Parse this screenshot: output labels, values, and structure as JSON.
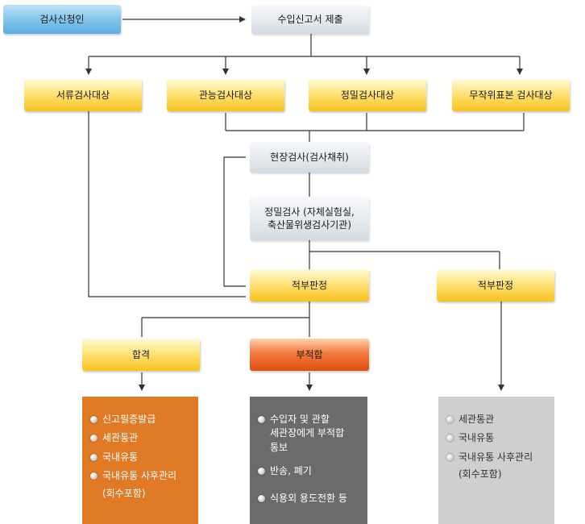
{
  "nodes": {
    "apply": "검사신청인",
    "submit": "수입신고서 제출",
    "doc_check": "서류검사대상",
    "sensory_check": "관능검사대상",
    "precision_check": "정밀검사대상",
    "random_check": "무작위표본 검사대상",
    "field_check": "현장검사(검사채취)",
    "precision_test": "정밀검사 (자체실험실,\n축산물위생검사기관)",
    "judge_left": "적부판정",
    "judge_right": "적부판정",
    "pass": "합격",
    "fail": "부적합"
  },
  "panels": {
    "pass": {
      "items": [
        "신고필증발급",
        "세관통관",
        "국내유통",
        "국내유통 사후관리"
      ],
      "note": "(회수포함)"
    },
    "fail": {
      "items": [
        "수입자 및 관할\n세관장에게 부적합\n통보",
        "반송, 폐기",
        "식용외 용도전환 등"
      ]
    },
    "right": {
      "items": [
        "세관통관",
        "국내유통",
        "국내유통 사후관리"
      ],
      "note": "(회수포함)"
    }
  },
  "colors": {
    "line": "#333333",
    "blue_node": "#7ec3ea",
    "yellow_node": "#ffe27a",
    "red_node": "#f27a3b",
    "pass_panel": "#e07a24",
    "fail_panel": "#6b6b6b",
    "right_panel": "#cfcfcf"
  }
}
